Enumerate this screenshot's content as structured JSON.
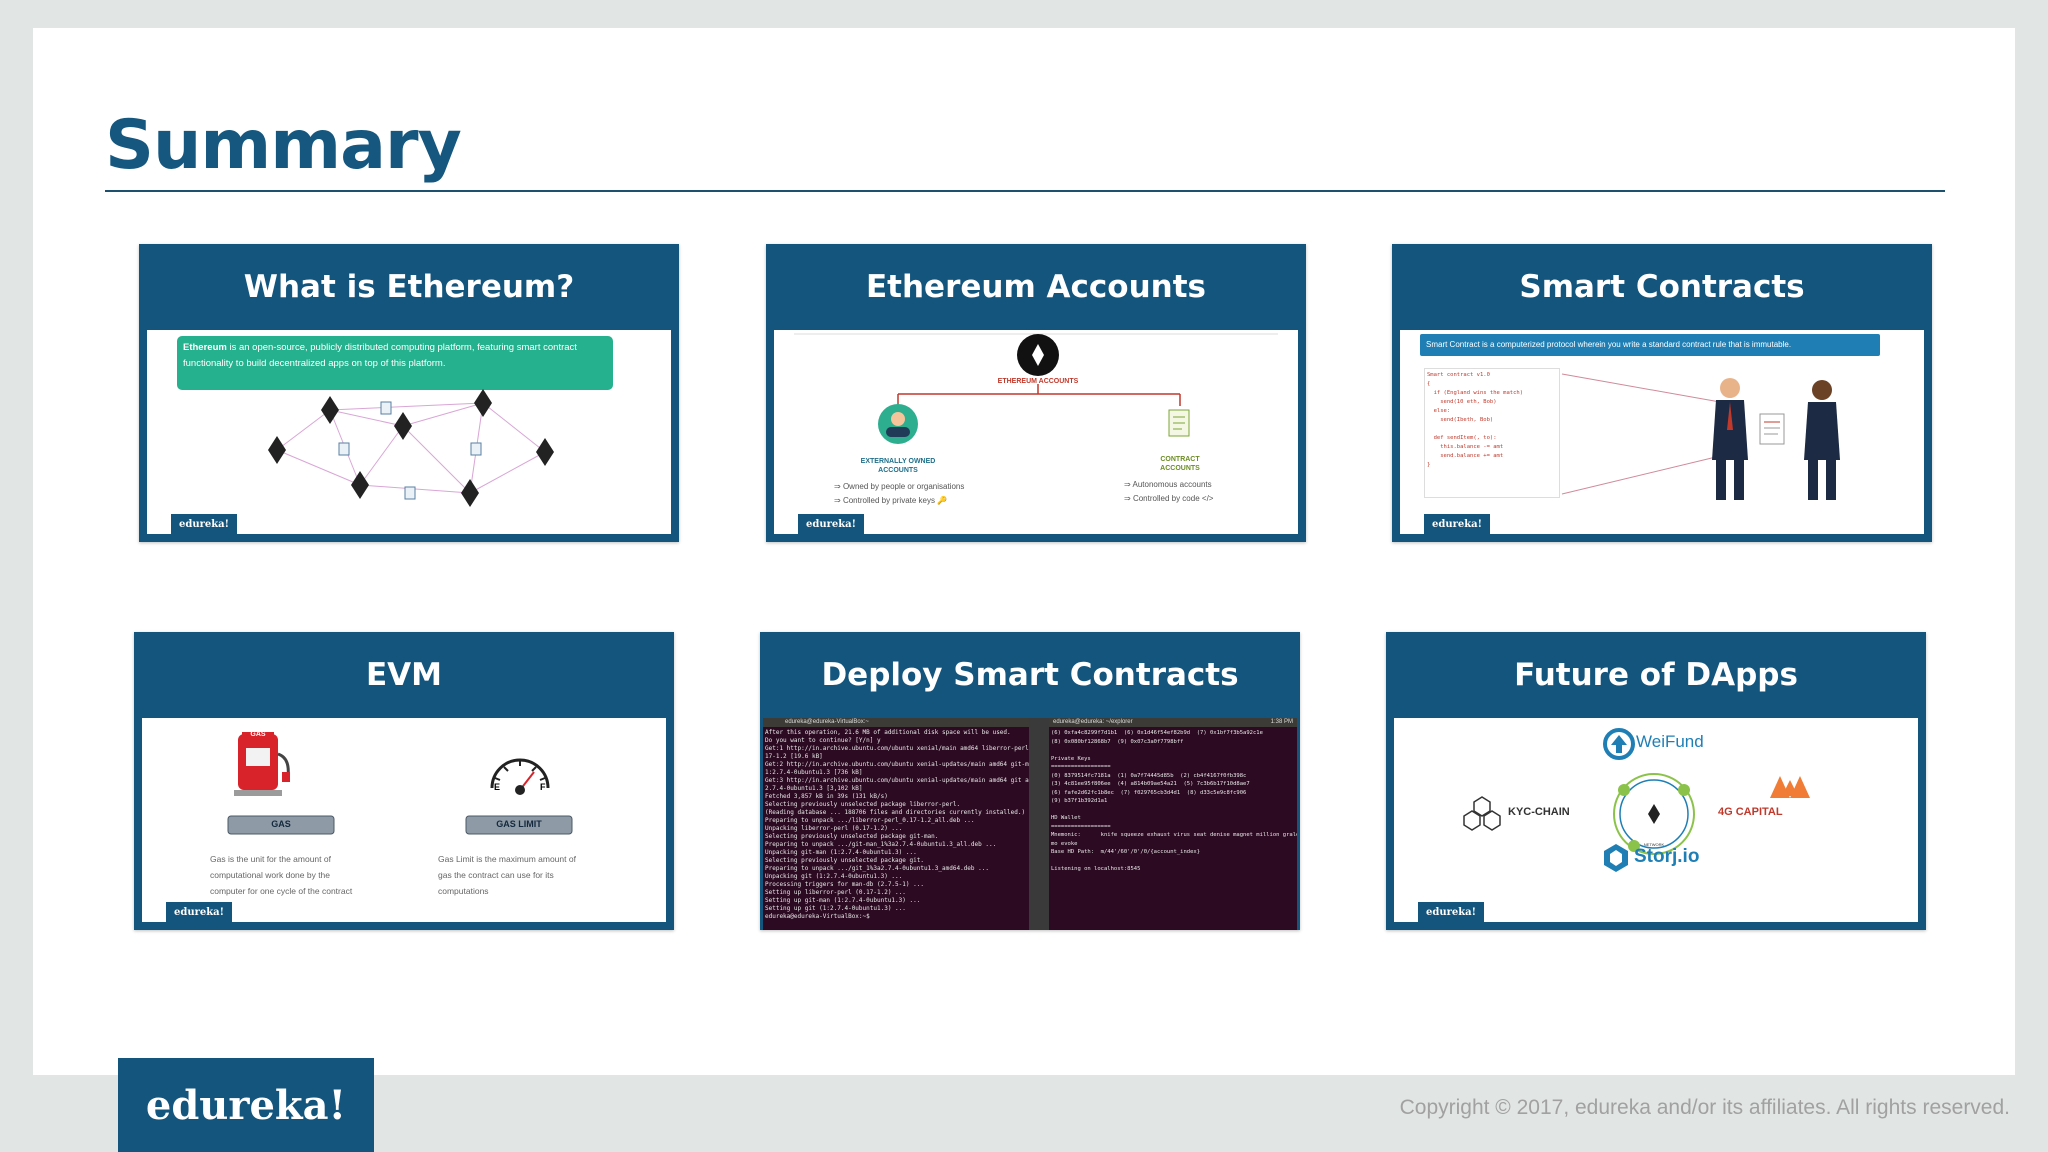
{
  "page": {
    "title": "Summary",
    "footer_logo": "edureka!",
    "copyright": "Copyright © 2017, edureka and/or its affiliates. All rights reserved."
  },
  "colors": {
    "brand": "#13557d",
    "title": "#15577f",
    "teal": "#25b18d"
  },
  "cards": [
    {
      "title": "What is Ethereum?",
      "callout_bold": "Ethereum",
      "callout_text": " is an open-source, publicly distributed computing platform, featuring smart contract functionality to build decentralized apps on top of this platform.",
      "badge": "edureka!"
    },
    {
      "title": "Ethereum Accounts",
      "root_label": "ETHEREUM ACCOUNTS",
      "left_label_1": "EXTERNALLY OWNED",
      "left_label_2": "ACCOUNTS",
      "left_bullet_1": "Owned by people or organisations",
      "left_bullet_2": "Controlled by private keys",
      "right_label_1": "CONTRACT",
      "right_label_2": "ACCOUNTS",
      "right_bullet_1": "Autonomous accounts",
      "right_bullet_2": "Controlled by code",
      "badge": "edureka!"
    },
    {
      "title": "Smart Contracts",
      "banner": "Smart Contract is a computerized protocol wherein you write a standard contract rule that is immutable.",
      "code": "Smart contract v1.0\n{\n  if (England wins the match)\n    send(10 eth, Bob)\n  else:\n    send(Ibeth, Bob)\n\n  def sendItem(, to):\n    this.balance -= amt\n    send.balance += amt\n}",
      "badge": "edureka!"
    },
    {
      "title": "EVM",
      "gas_pump_sign": "GAS",
      "gas_label": "GAS",
      "gas_limit_label": "GAS LIMIT",
      "gas_desc_1": "Gas is the unit for the amount of",
      "gas_desc_2": "computational work done by the",
      "gas_desc_3": "computer for one cycle of the contract",
      "limit_desc_1": "Gas Limit is the maximum amount of",
      "limit_desc_2": "gas the contract can use for its",
      "limit_desc_3": "computations",
      "gauge_e": "E",
      "gauge_f": "F",
      "badge": "edureka!"
    },
    {
      "title": "Deploy Smart Contracts",
      "term1_title": "edureka@edureka-VirtualBox:~",
      "term1_text": "After this operation, 21.6 MB of additional disk space will be used.\nDo you want to continue? [Y/n] y\nGet:1 http://in.archive.ubuntu.com/ubuntu xenial/main amd64 liberror-perl all 0.\n17-1.2 [19.6 kB]\nGet:2 http://in.archive.ubuntu.com/ubuntu xenial-updates/main amd64 git-man all\n1:2.7.4-0ubuntu1.3 [736 kB]\nGet:3 http://in.archive.ubuntu.com/ubuntu xenial-updates/main amd64 git amd64 1:\n2.7.4-0ubuntu1.3 [3,102 kB]\nFetched 3,857 kB in 39s (131 kB/s)\nSelecting previously unselected package liberror-perl.\n(Reading database ... 188706 files and directories currently installed.)\nPreparing to unpack .../liberror-perl_0.17-1.2_all.deb ...\nUnpacking liberror-perl (0.17-1.2) ...\nSelecting previously unselected package git-man.\nPreparing to unpack .../git-man_1%3a2.7.4-0ubuntu1.3_all.deb ...\nUnpacking git-man (1:2.7.4-0ubuntu1.3) ...\nSelecting previously unselected package git.\nPreparing to unpack .../git_1%3a2.7.4-0ubuntu1.3_amd64.deb ...\nUnpacking git (1:2.7.4-0ubuntu1.3) ...\nProcessing triggers for man-db (2.7.5-1) ...\nSetting up liberror-perl (0.17-1.2) ...\nSetting up git-man (1:2.7.4-0ubuntu1.3) ...\nSetting up git (1:2.7.4-0ubuntu1.3) ...\nedureka@edureka-VirtualBox:~$",
      "term2_title": "edureka@edureka: ~/explorer",
      "term2_text": "(6) 0xfa4c8299f7d1b1  (6) 0x1d46f54ef82b9d  (7) 0x1bf7f3b5a92c1e\n(8) 0x080bf12868b7  (9) 0x07c3a0f7798bff\n\nPrivate Keys\n==================\n(0) 8379514fc7181a  (1) 0a7f74445d85b  (2) cb4f4167f0fb398c\n(3) 4c81ee95f806ee  (4) a814b09ae54a21  (5) 7c3b6b17f10d8ae7\n(6) fafe2d62fc1b8ec  (7) f029765cb3d4d1  (8) d33c5e9c8fc906\n(9) b37f1b392d1a1\n\nHD Wallet\n==================\nMnemonic:      knife squeeze exhaust virus seat denise magnet million grale board\nmo evoke\nBase HD Path:  m/44'/60'/0'/0/{account_index}\n\nListening on localhost:8545",
      "term2_tab": "1:38 PM"
    },
    {
      "title": "Future of DApps",
      "weifund": "WeiFund",
      "kyc": "KYC-CHAIN",
      "capital": "4G CAPITAL",
      "storj": "Storj.io",
      "network": "NETWORK",
      "badge": "edureka!"
    }
  ]
}
